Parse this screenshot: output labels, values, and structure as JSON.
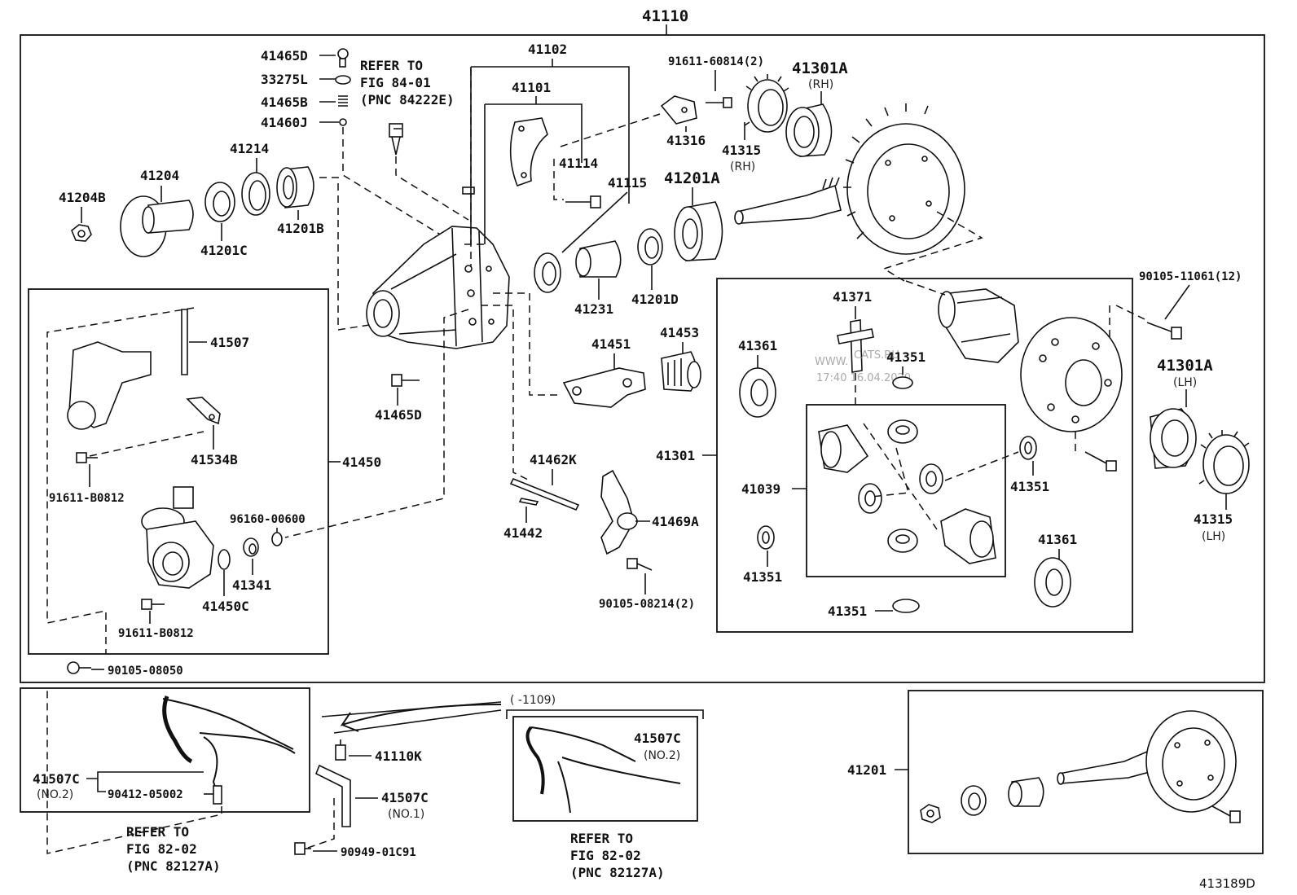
{
  "diagram": {
    "main_assembly": "41110",
    "figure_code": "413189D",
    "watermark": [
      "WWW.",
      "CATS.RU",
      "17:40 16.04.2020"
    ],
    "labels": {
      "p41465D_top": "41465D",
      "p33275L": "33275L",
      "p41465B": "41465B",
      "p41460J": "41460J",
      "refer_top_1": "REFER TO",
      "refer_top_2": "FIG 84-01",
      "refer_top_3": "(PNC 84222E)",
      "p41102": "41102",
      "p41101": "41101",
      "p41114": "41114",
      "p41115": "41115",
      "p91611_60814": "91611-60814(2)",
      "p41316": "41316",
      "p41301A_rh": "41301A",
      "rh_1": "(RH)",
      "p41315_rh": "41315",
      "rh_2": "(RH)",
      "p41214": "41214",
      "p41204": "41204",
      "p41204B": "41204B",
      "p41201C": "41201C",
      "p41201B": "41201B",
      "p41201A": "41201A",
      "p41231": "41231",
      "p41201D": "41201D",
      "p90105_11061": "90105-11061(12)",
      "p41371": "41371",
      "p41351_a": "41351",
      "p41361_a": "41361",
      "p41301": "41301",
      "p41039": "41039",
      "p41351_b": "41351",
      "p41351_c": "41351",
      "p41361_b": "41361",
      "p41351_d": "41351",
      "p41301A_lh": "41301A",
      "lh_1": "(LH)",
      "p41315_lh": "41315",
      "lh_2": "(LH)",
      "p41507": "41507",
      "p41534B": "41534B",
      "p41450": "41450",
      "p91611_B0812_a": "91611-B0812",
      "p96160_00600": "96160-00600",
      "p41341": "41341",
      "p41450C": "41450C",
      "p91611_B0812_b": "91611-B0812",
      "p90105_08050": "90105-08050",
      "p41451": "41451",
      "p41453": "41453",
      "p41465D_mid": "41465D",
      "p41462K": "41462K",
      "p41442": "41442",
      "p41469A": "41469A",
      "p90105_08214": "90105-08214(2)",
      "p41507C_no2_left": "41507C",
      "no2_left": "(NO.2)",
      "p90412_05002": "90412-05002",
      "refer_bl_1": "REFER TO",
      "refer_bl_2": "FIG 82-02",
      "refer_bl_3": "(PNC 82127A)",
      "p41110K": "41110K",
      "p41507C_no1": "41507C",
      "no1": "(NO.1)",
      "p90949_01C91": "90949-01C91",
      "range_label": "(       -1109)",
      "p41507C_no2_mid": "41507C",
      "no2_mid": "(NO.2)",
      "refer_bm_1": "REFER TO",
      "refer_bm_2": "FIG 82-02",
      "refer_bm_3": "(PNC 82127A)",
      "p41201_kit": "41201"
    }
  }
}
